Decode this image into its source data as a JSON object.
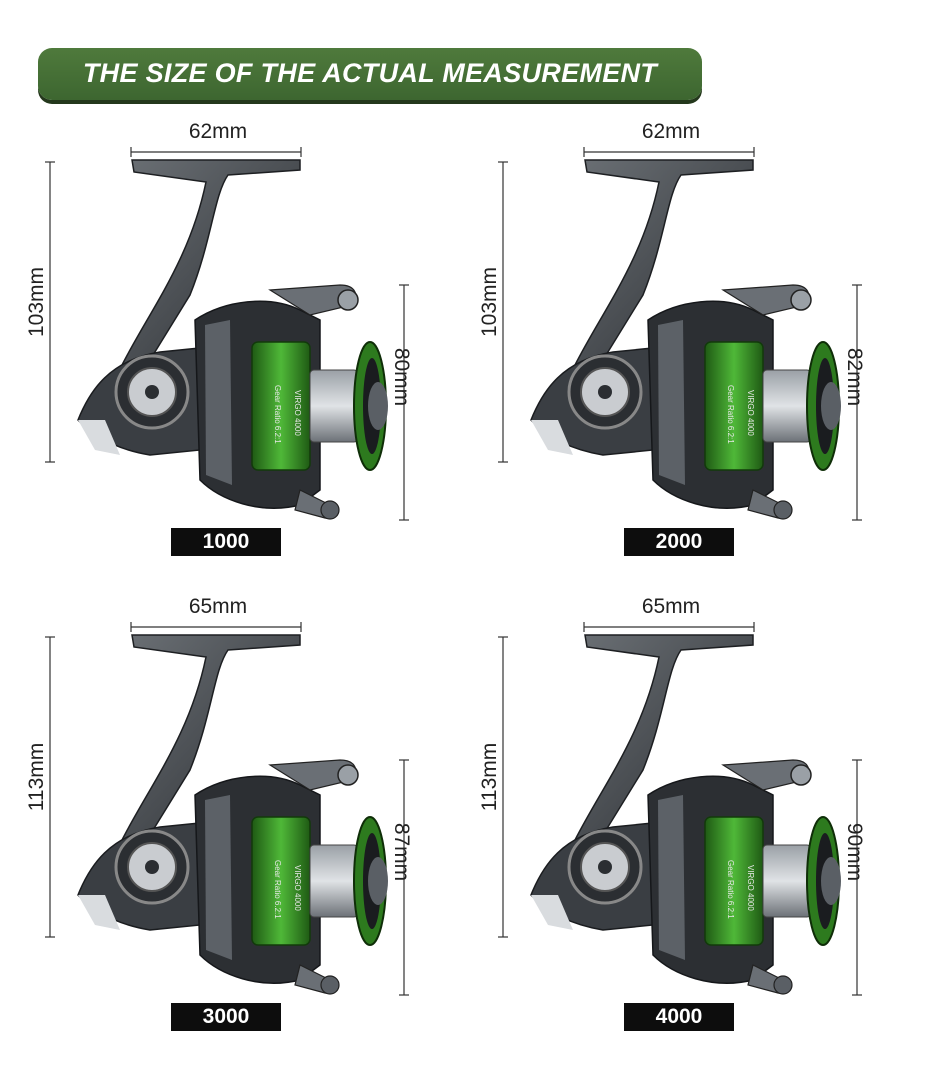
{
  "banner": {
    "title": "THE SIZE OF THE ACTUAL MEASUREMENT"
  },
  "colors": {
    "banner_green": "#3d6630",
    "reel_green": "#3f9a2a",
    "reel_dark": "#2c2f33",
    "tag_black": "#0d0d0d"
  },
  "reel_text": {
    "brand": "VIRGO 4000",
    "gear_ratio": "Gear Ratio 6.2:1"
  },
  "reels": [
    {
      "model": "1000",
      "width": "62mm",
      "height": "103mm",
      "depth": "80mm"
    },
    {
      "model": "2000",
      "width": "62mm",
      "height": "103mm",
      "depth": "82mm"
    },
    {
      "model": "3000",
      "width": "65mm",
      "height": "113mm",
      "depth": "87mm"
    },
    {
      "model": "4000",
      "width": "65mm",
      "height": "113mm",
      "depth": "90mm"
    }
  ]
}
